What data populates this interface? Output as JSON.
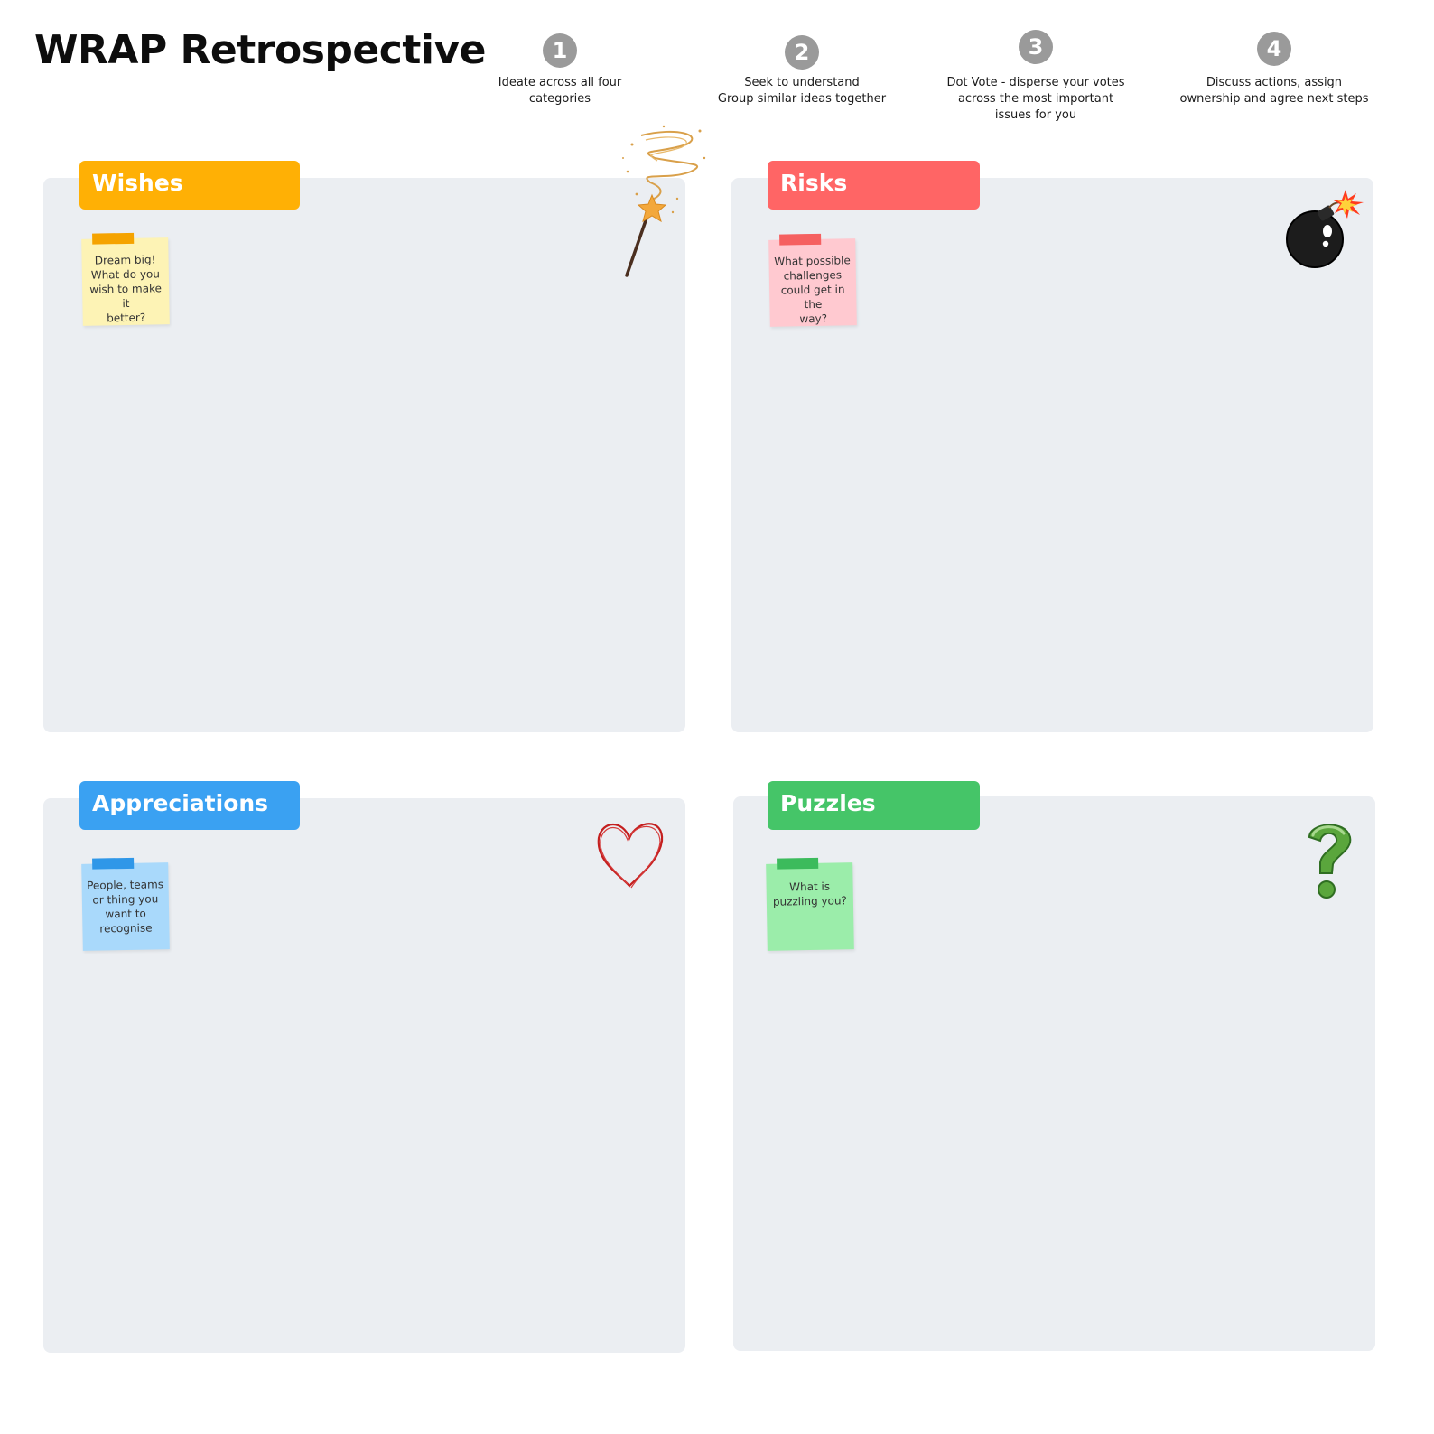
{
  "title": "WRAP Retrospective",
  "steps": [
    {
      "number": "1",
      "text": "Ideate across all four\ncategories"
    },
    {
      "number": "2",
      "text": "Seek to understand\nGroup similar ideas together"
    },
    {
      "number": "3",
      "text": "Dot Vote - disperse your votes\nacross the most important\nissues for you"
    },
    {
      "number": "4",
      "text": "Discuss actions, assign\nownership and agree next steps"
    }
  ],
  "panels": {
    "wishes": {
      "label": "Wishes",
      "color": "#ffb005",
      "note": "Dream big!\nWhat do you\nwish to make it\nbetter?",
      "note_color": "#fdf3b5",
      "tape_color": "#f5a300",
      "icon": "magic-wand-icon"
    },
    "risks": {
      "label": "Risks",
      "color": "#ff6565",
      "note": "What possible\nchallenges\ncould get in the\nway?",
      "note_color": "#ffc9d0",
      "tape_color": "#f56060",
      "icon": "bomb-icon"
    },
    "appreciations": {
      "label": "Appreciations",
      "color": "#3aa1f2",
      "note": "People, teams\nor thing you\nwant to\nrecognise",
      "note_color": "#a9d9fb",
      "tape_color": "#2f97e8",
      "icon": "heart-icon"
    },
    "puzzles": {
      "label": "Puzzles",
      "color": "#45c568",
      "note": "What is\npuzzling you?",
      "note_color": "#9bedaa",
      "tape_color": "#3cbb5c",
      "icon": "question-mark-icon"
    }
  }
}
